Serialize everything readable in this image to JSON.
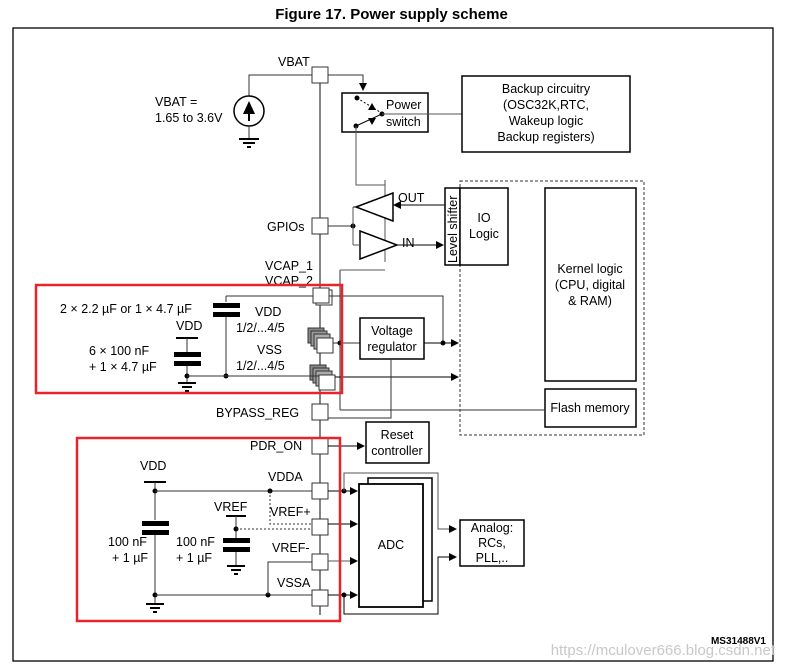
{
  "figure_title": "Figure 17. Power supply scheme",
  "figure_code": "MS31488V1",
  "watermark": "https://mculover666.blog.csdn.net",
  "colors": {
    "highlight": "#e8232a",
    "line": "#000000",
    "signal_gray": "#6e6e6e"
  },
  "battery": {
    "pin": "VBAT",
    "range_line1": "VBAT =",
    "range_line2": "1.65 to 3.6V"
  },
  "power_switch": {
    "line1": "Power",
    "line2": "switch"
  },
  "backup": {
    "line1": "Backup circuitry",
    "line2": "(OSC32K,RTC,",
    "line3": "Wakeup logic",
    "line4": "Backup registers)"
  },
  "io": {
    "pin": "GPIOs",
    "out": "OUT",
    "in": "IN",
    "level_shifter": "Level shifter",
    "logic_line1": "IO",
    "logic_line2": "Logic"
  },
  "kernel": {
    "line1": "Kernel logic",
    "line2": "(CPU, digital",
    "line3": "& RAM)"
  },
  "flash": "Flash memory",
  "vcap": {
    "line1": "VCAP_1",
    "line2": "VCAP_2"
  },
  "decoupling_digital": {
    "cap_vcap": "2 × 2.2 µF  or  1 × 4.7 µF",
    "vdd": "VDD",
    "cap_vdd_line1": "6 × 100 nF",
    "cap_vdd_line2": "+ 1 × 4.7 µF",
    "vdd_pins_line1": "VDD",
    "vdd_pins_line2": "1/2/...4/5",
    "vss_pins_line1": "VSS",
    "vss_pins_line2": "1/2/...4/5"
  },
  "regulator": {
    "line1": "Voltage",
    "line2": "regulator"
  },
  "bypass_pin": "BYPASS_REG",
  "pdr_pin": "PDR_ON",
  "reset": {
    "line1": "Reset",
    "line2": "controller"
  },
  "analog_supply": {
    "vdd": "VDD",
    "vref": "VREF",
    "vdda": "VDDA",
    "vref_plus": "VREF+",
    "vref_minus": "VREF-",
    "vssa": "VSSA",
    "cap1_line1": "100 nF",
    "cap1_line2": "+ 1 µF",
    "cap2_line1": "100 nF",
    "cap2_line2": "+ 1 µF"
  },
  "adc": "ADC",
  "analog_block": {
    "line1": "Analog:",
    "line2": "RCs,",
    "line3": "PLL,.."
  }
}
